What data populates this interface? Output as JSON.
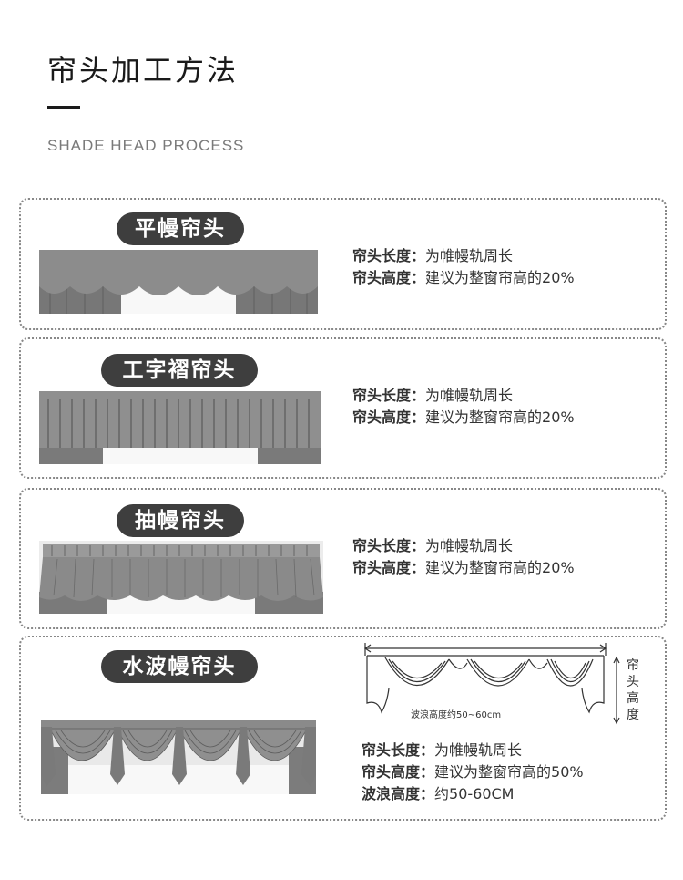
{
  "header": {
    "title": "帘头加工方法",
    "subtitle": "SHADE HEAD PROCESS"
  },
  "cards": [
    {
      "name": "平幔帘头",
      "rows": [
        {
          "label": "帘头长度：",
          "value": "为帷幔轨周长"
        },
        {
          "label": "帘头高度：",
          "value": "建议为整窗帘高的20%"
        }
      ]
    },
    {
      "name": "工字褶帘头",
      "rows": [
        {
          "label": "帘头长度：",
          "value": "为帷幔轨周长"
        },
        {
          "label": "帘头高度：",
          "value": "建议为整窗帘高的20%"
        }
      ]
    },
    {
      "name": "抽幔帘头",
      "rows": [
        {
          "label": "帘头长度：",
          "value": "为帷幔轨周长"
        },
        {
          "label": "帘头高度：",
          "value": "建议为整窗帘高的20%"
        }
      ]
    },
    {
      "name": "水波幔帘头",
      "rows": [
        {
          "label": "帘头长度：",
          "value": "为帷幔轨周长"
        },
        {
          "label": "帘头高度：",
          "value": "建议为整窗帘高的50%"
        },
        {
          "label": "波浪高度：",
          "value": "约50-60CM"
        }
      ],
      "diagram": {
        "height_label": "帘头高度",
        "wave_note": "波浪高度约50~60cm"
      }
    }
  ],
  "colors": {
    "pill_bg": "#3e3e3e",
    "fabric": "#8c8c8c",
    "border": "#888888"
  }
}
